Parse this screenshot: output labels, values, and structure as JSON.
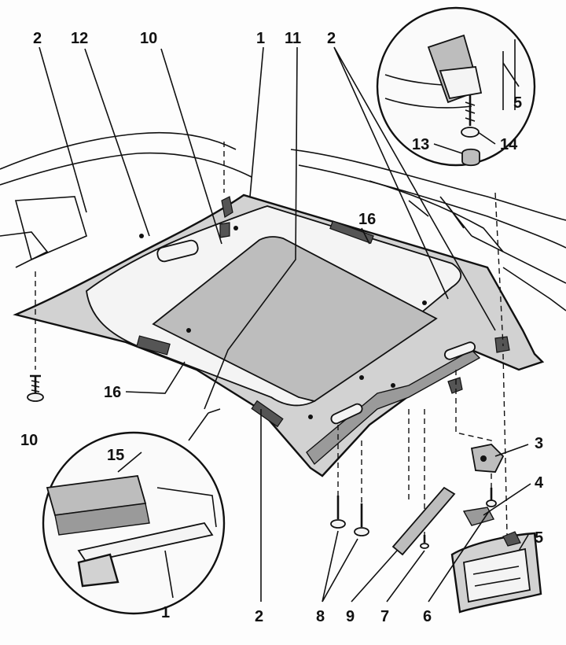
{
  "labels": {
    "l2a": "2",
    "l12": "12",
    "l10a": "10",
    "l1a": "1",
    "l11": "11",
    "l2b": "2",
    "l5a": "5",
    "l13": "13",
    "l14": "14",
    "l16a": "16",
    "l16b": "16",
    "l10b": "10",
    "l15": "15",
    "l1b": "1",
    "l2c": "2",
    "l8": "8",
    "l9": "9",
    "l7": "7",
    "l6": "6",
    "l3": "3",
    "l4": "4",
    "l5b": "5"
  }
}
